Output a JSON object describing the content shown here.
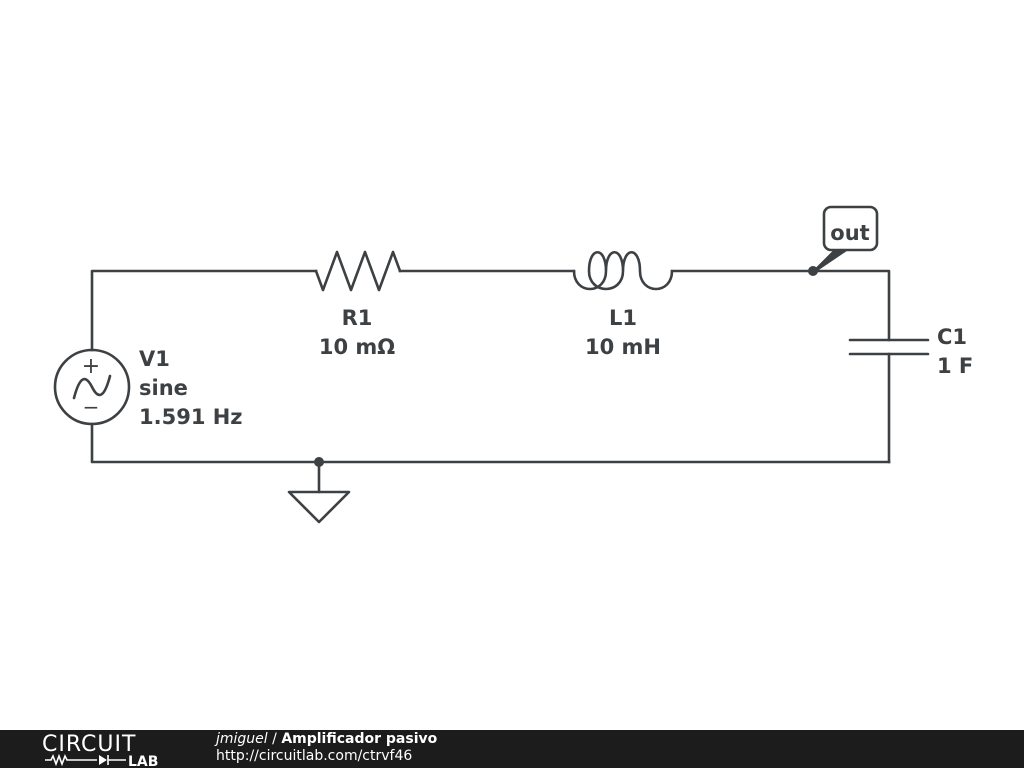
{
  "circuit": {
    "source": {
      "name": "V1",
      "type": "sine",
      "frequency": "1.591 Hz",
      "plus_sign": "+",
      "minus_sign": "−"
    },
    "resistor": {
      "name": "R1",
      "value": "10 mΩ"
    },
    "inductor": {
      "name": "L1",
      "value": "10 mH"
    },
    "capacitor": {
      "name": "C1",
      "value": "1 F"
    },
    "probe": {
      "label": "out"
    }
  },
  "footer": {
    "logo_top": "CIRCUIT",
    "logo_bottom": "LAB",
    "author": "jmiguel",
    "separator": " / ",
    "title": "Amplificador pasivo",
    "url": "http://circuitlab.com/ctrvf46"
  }
}
